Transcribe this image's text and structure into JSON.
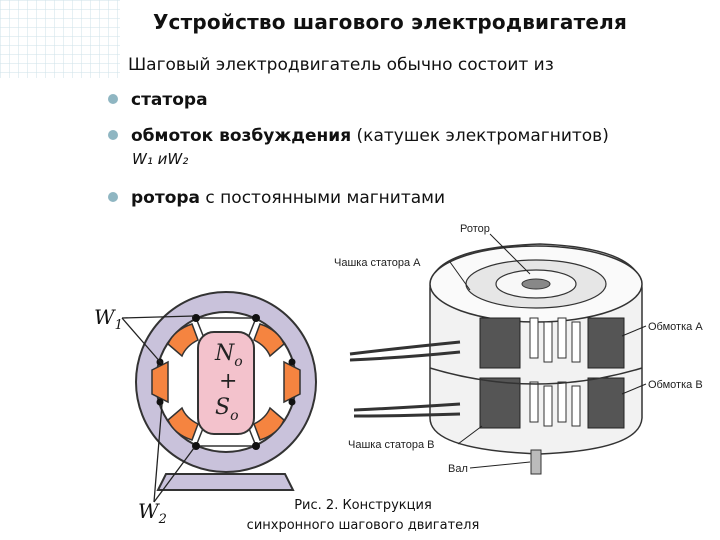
{
  "title": "Устройство шагового электродвигателя",
  "intro": "Шаговый электродвигатель обычно состоит из",
  "bullets": [
    {
      "bold": "статора",
      "rest": ""
    },
    {
      "bold": "обмоток возбуждения",
      "rest": " (катушек электромагнитов)"
    },
    {
      "bold": "ротора",
      "rest": " с постоянными магнитами"
    }
  ],
  "windings_line": "W₁ иW₂",
  "fig_left": {
    "w1": "W",
    "w1_sub": "1",
    "w2": "W",
    "w2_sub": "2",
    "n": "N",
    "n_sub": "o",
    "plus": "+",
    "s": "S",
    "s_sub": "o"
  },
  "fig_right": {
    "rotor": "Ротор",
    "cup_a": "Чашка статора А",
    "winding_a": "Обмотка А",
    "winding_b": "Обмотка В",
    "cup_b": "Чашка статора В",
    "shaft": "Вал"
  },
  "caption": {
    "line1": "Рис. 2. Конструкция",
    "line2": "синхронного шагового двигателя"
  },
  "colors": {
    "stator": "#c9c2db",
    "rotor": "#f3c2cc",
    "coil": "#f58440",
    "bullet": "#8fb6c2"
  }
}
